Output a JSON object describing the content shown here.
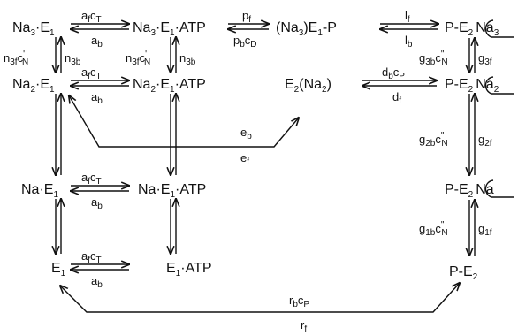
{
  "states": {
    "na3_e1": {
      "main": "Na",
      "sub1": "3",
      "tail": "·E",
      "sub2": "1"
    },
    "na3_e1_atp": {
      "main": "Na",
      "sub1": "3",
      "tail": "·E",
      "sub2": "1",
      "rest": "·ATP"
    },
    "na3_e1p": {
      "main": "(Na",
      "sub1": "3",
      "tail": ")E",
      "sub2": "1",
      "rest": "-P"
    },
    "pe2_na3": {
      "main": "P-E",
      "sub1": "2",
      "ion": "Na",
      "ionsub": "3"
    },
    "na2_e1": {
      "main": "Na",
      "sub1": "2",
      "tail": "·E",
      "sub2": "1"
    },
    "na2_e1_atp": {
      "main": "Na",
      "sub1": "2",
      "tail": "·E",
      "sub2": "1",
      "rest": "·ATP"
    },
    "e2_na2": {
      "main": "E",
      "sub1": "2",
      "tail": "(Na",
      "sub2": "2",
      "rest": ")"
    },
    "pe2_na2": {
      "main": "P-E",
      "sub1": "2",
      "ion": "Na",
      "ionsub": "2"
    },
    "na_e1": {
      "main": "Na·E",
      "sub1": "1"
    },
    "na_e1_atp": {
      "main": "Na·E",
      "sub1": "1",
      "rest": "·ATP"
    },
    "pe2_na": {
      "main": "P-E",
      "sub1": "2",
      "ion": "Na"
    },
    "e1": {
      "main": "E",
      "sub1": "1"
    },
    "e1_atp": {
      "main": "E",
      "sub1": "1",
      "rest": "·ATP"
    },
    "pe2": {
      "main": "P-E",
      "sub1": "2"
    }
  },
  "rates": {
    "r1_fwd": {
      "a": "a",
      "as": "f",
      "b": "c",
      "bs": "T"
    },
    "r1_rev": {
      "a": "a",
      "as": "b"
    },
    "r2_fwd": {
      "a": "a",
      "as": "f",
      "b": "c",
      "bs": "T"
    },
    "r2_rev": {
      "a": "a",
      "as": "b"
    },
    "r3_fwd": {
      "a": "a",
      "as": "f",
      "b": "c",
      "bs": "T"
    },
    "r3_rev": {
      "a": "a",
      "as": "b"
    },
    "r4_fwd": {
      "a": "a",
      "as": "f",
      "b": "c",
      "bs": "T"
    },
    "r4_rev": {
      "a": "a",
      "as": "b"
    },
    "p_fwd": {
      "a": "p",
      "as": "f"
    },
    "p_rev": {
      "a": "p",
      "as": "b",
      "b": "c",
      "bs": "D"
    },
    "l_fwd": {
      "a": "l",
      "as": "f"
    },
    "l_rev": {
      "a": "l",
      "as": "b"
    },
    "n_left_l": {
      "a": "n",
      "as": "3f",
      "b": "c",
      "bp": "'",
      "bs": "N"
    },
    "n_left_r": {
      "a": "n",
      "as": "3b"
    },
    "n_mid_l": {
      "a": "n",
      "as": "3f",
      "b": "c",
      "bp": "'",
      "bs": "N"
    },
    "n_mid_r": {
      "a": "n",
      "as": "3b"
    },
    "g3_l": {
      "a": "g",
      "as": "3b",
      "b": "c",
      "bp": "\"",
      "bs": "N"
    },
    "g3_r": {
      "a": "g",
      "as": "3f"
    },
    "g2_l": {
      "a": "g",
      "as": "2b",
      "b": "c",
      "bp": "\"",
      "bs": "N"
    },
    "g2_r": {
      "a": "g",
      "as": "2f"
    },
    "g1_l": {
      "a": "g",
      "as": "1b",
      "b": "c",
      "bp": "\"",
      "bs": "N"
    },
    "g1_r": {
      "a": "g",
      "as": "1f"
    },
    "d_top": {
      "a": "d",
      "as": "b",
      "b": "c",
      "bs": "P"
    },
    "d_bot": {
      "a": "d",
      "as": "f"
    },
    "e_top": {
      "a": "e",
      "as": "b"
    },
    "e_bot": {
      "a": "e",
      "as": "f"
    },
    "r_top": {
      "a": "r",
      "as": "b",
      "b": "c",
      "bs": "P"
    },
    "r_bot": {
      "a": "r",
      "as": "f"
    }
  }
}
